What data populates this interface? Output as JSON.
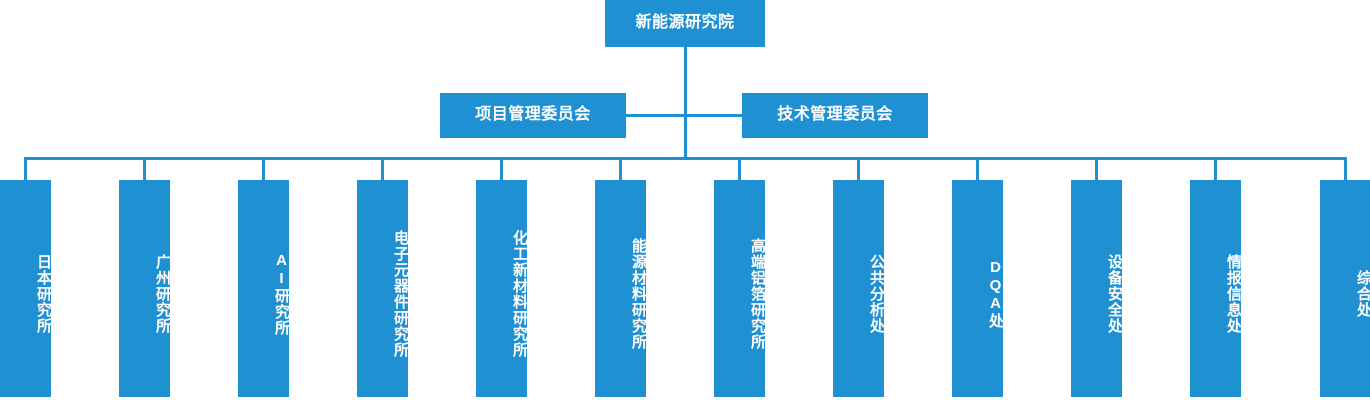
{
  "theme": {
    "accent": "#1f90d2",
    "text_on_accent": "#ffffff",
    "background": "#ffffff"
  },
  "chart": {
    "type": "org-chart",
    "orientation": "top-down",
    "root": {
      "label": "新能源研究院"
    },
    "committees": [
      {
        "label": "项目管理委员会"
      },
      {
        "label": "技术管理委员会"
      }
    ],
    "departments": [
      {
        "label": "日本研究所"
      },
      {
        "label": "广州研究所"
      },
      {
        "label": "AI研究所"
      },
      {
        "label": "电子元器件研究所"
      },
      {
        "label": "化工新材料研究所"
      },
      {
        "label": "能源材料研究所"
      },
      {
        "label": "高端铝箔研究所"
      },
      {
        "label": "公共分析处"
      },
      {
        "label": "DQA处"
      },
      {
        "label": "设备安全处"
      },
      {
        "label": "情报信息处"
      },
      {
        "label": "综合处"
      }
    ]
  }
}
